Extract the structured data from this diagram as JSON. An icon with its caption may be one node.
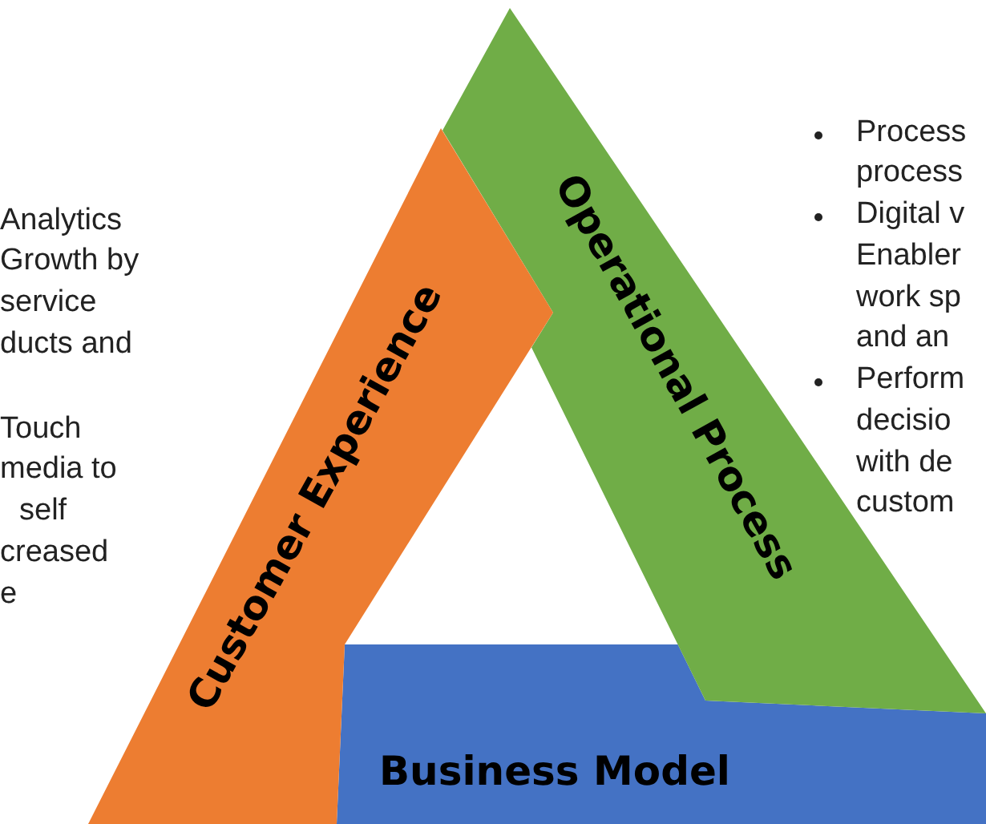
{
  "diagram": {
    "nodes": [
      {
        "text": [
          "Customer Experience"
        ]
      },
      {
        "text": [
          "Operational Process"
        ]
      },
      {
        "text": [
          "Business Model"
        ]
      }
    ],
    "labels": [
      "Analytics",
      "Growth by",
      "service",
      "ducts and",
      "Touch",
      "media to",
      "self",
      "creased",
      "e",
      "Process",
      "process",
      "Digital v",
      "Enabler",
      "work sp",
      "and an",
      "Perform",
      "decisio",
      "with de",
      "custom"
    ]
  }
}
